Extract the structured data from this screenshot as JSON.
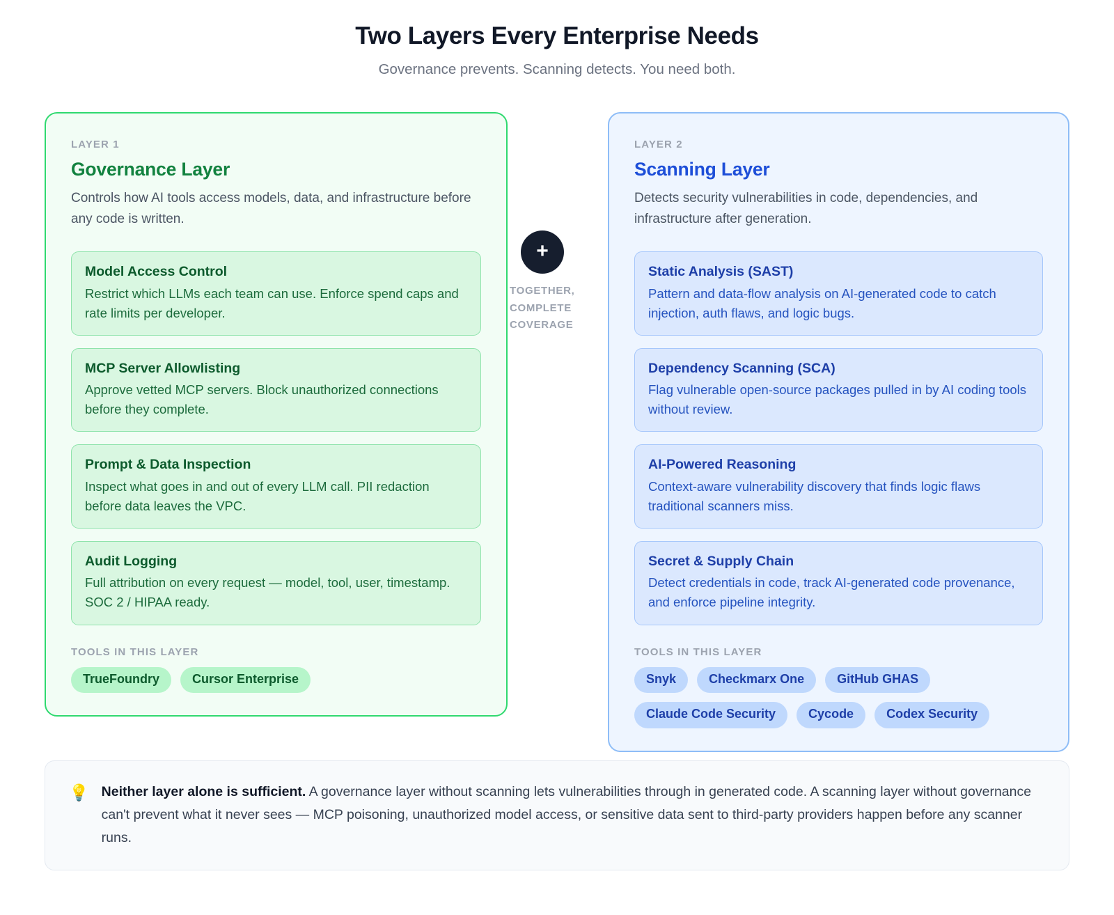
{
  "header": {
    "title": "Two Layers Every Enterprise Needs",
    "subtitle": "Governance prevents. Scanning detects. You need both."
  },
  "connector": {
    "plus_symbol": "+",
    "label": "TOGETHER, COMPLETE COVERAGE"
  },
  "colors": {
    "governance_accent": "#2fd96f",
    "governance_title": "#12823f",
    "governance_bg": "#f2fdf5",
    "governance_feature_bg": "#d9f7e1",
    "governance_chip_bg": "#b6f5ca",
    "scanning_accent": "#8ebdf7",
    "scanning_title": "#1d4ed8",
    "scanning_bg": "#eef5ff",
    "scanning_feature_bg": "#dbe8fe",
    "scanning_chip_bg": "#bfd8fd",
    "badge_bg": "#161e2e",
    "callout_bg": "#f8fafc"
  },
  "governance": {
    "eyebrow": "LAYER 1",
    "title": "Governance Layer",
    "description": "Controls how AI tools access models, data, and infrastructure before any code is written.",
    "features": [
      {
        "title": "Model Access Control",
        "desc": "Restrict which LLMs each team can use. Enforce spend caps and rate limits per developer."
      },
      {
        "title": "MCP Server Allowlisting",
        "desc": "Approve vetted MCP servers. Block unauthorized connections before they complete."
      },
      {
        "title": "Prompt & Data Inspection",
        "desc": "Inspect what goes in and out of every LLM call. PII redaction before data leaves the VPC."
      },
      {
        "title": "Audit Logging",
        "desc": "Full attribution on every request — model, tool, user, timestamp. SOC 2 / HIPAA ready."
      }
    ],
    "tools_label": "TOOLS IN THIS LAYER",
    "tools": [
      "TrueFoundry",
      "Cursor Enterprise"
    ]
  },
  "scanning": {
    "eyebrow": "LAYER 2",
    "title": "Scanning Layer",
    "description": "Detects security vulnerabilities in code, dependencies, and infrastructure after generation.",
    "features": [
      {
        "title": "Static Analysis (SAST)",
        "desc": "Pattern and data-flow analysis on AI-generated code to catch injection, auth flaws, and logic bugs."
      },
      {
        "title": "Dependency Scanning (SCA)",
        "desc": "Flag vulnerable open-source packages pulled in by AI coding tools without review."
      },
      {
        "title": "AI-Powered Reasoning",
        "desc": "Context-aware vulnerability discovery that finds logic flaws traditional scanners miss."
      },
      {
        "title": "Secret & Supply Chain",
        "desc": "Detect credentials in code, track AI-generated code provenance, and enforce pipeline integrity."
      }
    ],
    "tools_label": "TOOLS IN THIS LAYER",
    "tools": [
      "Snyk",
      "Checkmarx One",
      "GitHub GHAS",
      "Claude Code Security",
      "Cycode",
      "Codex Security"
    ]
  },
  "callout": {
    "icon": "💡",
    "lead": "Neither layer alone is sufficient.",
    "body": " A governance layer without scanning lets vulnerabilities through in generated code. A scanning layer without governance can't prevent what it never sees — MCP poisoning, unauthorized model access, or sensitive data sent to third-party providers happen before any scanner runs."
  }
}
